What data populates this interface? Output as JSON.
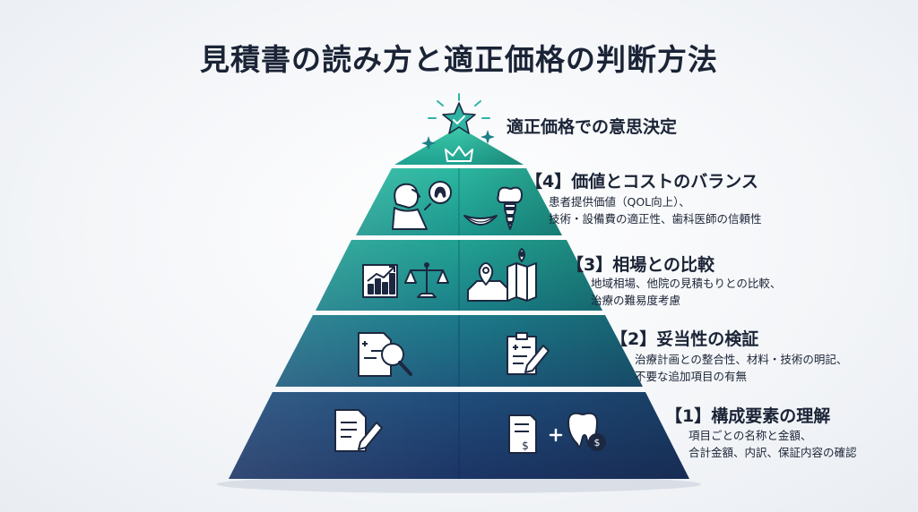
{
  "title": "見積書の読み方と適正価格の判断方法",
  "apex": {
    "label": "適正価格での意思決定"
  },
  "levels": [
    {
      "title": "【4】価値とコストのバランス",
      "lines": [
        "患者提供価値（QOL向上）、",
        "技術・設備費の適正性、歯科医師の信頼性"
      ]
    },
    {
      "title": "【3】相場との比較",
      "lines": [
        "地域相場、他院の見積もりとの比較、",
        "治療の難易度考慮"
      ]
    },
    {
      "title": "【2】妥当性の検証",
      "lines": [
        "治療計画との整合性、材料・技術の明記、",
        "不要な追加項目の有無"
      ]
    },
    {
      "title": "【1】構成要素の理解",
      "lines": [
        "項目ごとの名称と金額、",
        "合計金額、内訳、保証内容の確認"
      ]
    }
  ],
  "colors": {
    "top": "#24b39a",
    "upper": "#1f9a8e",
    "middle": "#1d6f86",
    "bottom": "#1e3f73",
    "icon_stroke": "#1c2840"
  },
  "icons": [
    "star-icon",
    "crown-icon",
    "patient-icon",
    "smile-icon",
    "tooth-implant-icon",
    "growth-chart-icon",
    "scales-icon",
    "map-pin-icon",
    "folded-map-icon",
    "document-search-icon",
    "clipboard-pen-icon",
    "document-pen-icon",
    "invoice-icon",
    "tooth-dollar-icon"
  ]
}
